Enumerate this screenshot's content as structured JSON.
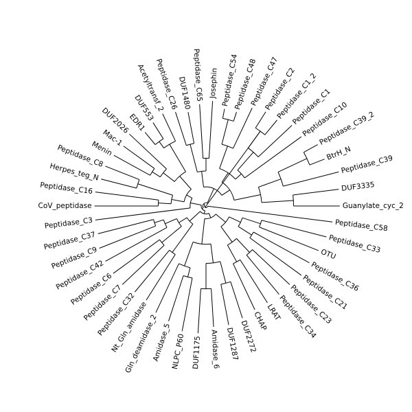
{
  "tree": {
    "layout": "circular",
    "line_color": "#000000",
    "leaves": [
      {
        "label": "Guanylate_cyc_2",
        "depth": 0.84
      },
      {
        "label": "DUF3335",
        "depth": 0.84
      },
      {
        "label": "Peptidase_C39",
        "depth": 0.86
      },
      {
        "label": "BtrH_N",
        "depth": 0.8
      },
      {
        "label": "Peptidase_C39_2",
        "depth": 0.8
      },
      {
        "label": "Peptidase_C10",
        "depth": 0.74
      },
      {
        "label": "Peptidase_C1",
        "depth": 0.74
      },
      {
        "label": "Peptidase_C1_2",
        "depth": 0.7
      },
      {
        "label": "Peptidase_C2",
        "depth": 0.7
      },
      {
        "label": "Peptidase_C47",
        "depth": 0.68
      },
      {
        "label": "Peptidase_C48",
        "depth": 0.62
      },
      {
        "label": "Peptidase_C54",
        "depth": 0.62
      },
      {
        "label": "Josephin",
        "depth": 0.66
      },
      {
        "label": "Peptidase_C65",
        "depth": 0.64
      },
      {
        "label": "DUF1480",
        "depth": 0.6
      },
      {
        "label": "Peptidase_C26",
        "depth": 0.62
      },
      {
        "label": "Acetyltransf_2",
        "depth": 0.64
      },
      {
        "label": "DUF553",
        "depth": 0.62
      },
      {
        "label": "EDR1",
        "depth": 0.6
      },
      {
        "label": "DUF2026",
        "depth": 0.66
      },
      {
        "label": "Mac-1",
        "depth": 0.64
      },
      {
        "label": "Menin",
        "depth": 0.66
      },
      {
        "label": "Peptidase_C8",
        "depth": 0.68
      },
      {
        "label": "Herpes_teg_N",
        "depth": 0.68
      },
      {
        "label": "Peptidase_C16",
        "depth": 0.7
      },
      {
        "label": "CoV_peptidase",
        "depth": 0.7
      },
      {
        "label": "Peptidase_C3",
        "depth": 0.7
      },
      {
        "label": "Peptidase_C37",
        "depth": 0.7
      },
      {
        "label": "Peptidase_C9",
        "depth": 0.72
      },
      {
        "label": "Peptidase_C42",
        "depth": 0.72
      },
      {
        "label": "Peptidase_C6",
        "depth": 0.72
      },
      {
        "label": "Peptidase_C7",
        "depth": 0.72
      },
      {
        "label": "Peptidase_C32",
        "depth": 0.7
      },
      {
        "label": "Nt_Gln_amidase",
        "depth": 0.7
      },
      {
        "label": "Gln_deamidase_2",
        "depth": 0.74
      },
      {
        "label": "Amidase_5",
        "depth": 0.76
      },
      {
        "label": "NLPC_P60",
        "depth": 0.8
      },
      {
        "label": "DUF1175",
        "depth": 0.8
      },
      {
        "label": "Amidase_6",
        "depth": 0.76
      },
      {
        "label": "DUF1287",
        "depth": 0.76
      },
      {
        "label": "DUF2272",
        "depth": 0.74
      },
      {
        "label": "CHAP",
        "depth": 0.72
      },
      {
        "label": "LRAT",
        "depth": 0.72
      },
      {
        "label": "Peptidase_C34",
        "depth": 0.72
      },
      {
        "label": "Peptidase_C23",
        "depth": 0.72
      },
      {
        "label": "Peptidase_C21",
        "depth": 0.74
      },
      {
        "label": "Peptidase_C36",
        "depth": 0.74
      },
      {
        "label": "OTU",
        "depth": 0.76
      },
      {
        "label": "Peptidase_C33",
        "depth": 0.78
      },
      {
        "label": "Peptidase_C58",
        "depth": 0.8
      }
    ],
    "nodes": [
      {
        "children": [
          0,
          1
        ],
        "depth": 0.55
      },
      {
        "children": [
          3,
          4
        ],
        "depth": 0.7
      },
      {
        "children": [
          2,
          51
        ],
        "depth": 0.5
      },
      {
        "children": [
          50,
          52
        ],
        "depth": 0.35
      },
      {
        "children": [
          7,
          8
        ],
        "depth": 0.58
      },
      {
        "children": [
          6,
          54
        ],
        "depth": 0.45
      },
      {
        "children": [
          5,
          55
        ],
        "depth": 0.3
      },
      {
        "children": [
          10,
          11
        ],
        "depth": 0.56
      },
      {
        "children": [
          9,
          57
        ],
        "depth": 0.4
      },
      {
        "children": [
          56,
          58
        ],
        "depth": 0.25
      },
      {
        "children": [
          53,
          59
        ],
        "depth": 0.18
      },
      {
        "children": [
          12,
          13
        ],
        "depth": 0.3
      },
      {
        "children": [
          14,
          15
        ],
        "depth": 0.4
      },
      {
        "children": [
          61,
          62
        ],
        "depth": 0.22
      },
      {
        "children": [
          60,
          63
        ],
        "depth": 0.12
      },
      {
        "children": [
          17,
          18
        ],
        "depth": 0.5
      },
      {
        "children": [
          16,
          65
        ],
        "depth": 0.45
      },
      {
        "children": [
          20,
          21
        ],
        "depth": 0.4
      },
      {
        "children": [
          19,
          67
        ],
        "depth": 0.34
      },
      {
        "children": [
          66,
          68
        ],
        "depth": 0.25
      },
      {
        "children": [
          22,
          23
        ],
        "depth": 0.45
      },
      {
        "children": [
          24,
          25
        ],
        "depth": 0.3
      },
      {
        "children": [
          70,
          71
        ],
        "depth": 0.22
      },
      {
        "children": [
          69,
          72
        ],
        "depth": 0.14
      },
      {
        "children": [
          73,
          26
        ],
        "depth": 0.1
      },
      {
        "children": [
          27,
          28
        ],
        "depth": 0.34
      },
      {
        "children": [
          75,
          29
        ],
        "depth": 0.28
      },
      {
        "children": [
          30,
          31
        ],
        "depth": 0.36
      },
      {
        "children": [
          76,
          77
        ],
        "depth": 0.2
      },
      {
        "children": [
          32,
          33
        ],
        "depth": 0.36
      },
      {
        "children": [
          78,
          79
        ],
        "depth": 0.14
      },
      {
        "children": [
          35,
          36
        ],
        "depth": 0.46
      },
      {
        "children": [
          34,
          81
        ],
        "depth": 0.4
      },
      {
        "children": [
          37,
          38
        ],
        "depth": 0.52
      },
      {
        "children": [
          39,
          40
        ],
        "depth": 0.5
      },
      {
        "children": [
          83,
          84
        ],
        "depth": 0.36
      },
      {
        "children": [
          82,
          85
        ],
        "depth": 0.24
      },
      {
        "children": [
          41,
          42
        ],
        "depth": 0.4
      },
      {
        "children": [
          43,
          44
        ],
        "depth": 0.4
      },
      {
        "children": [
          87,
          88
        ],
        "depth": 0.28
      },
      {
        "children": [
          45,
          46
        ],
        "depth": 0.34
      },
      {
        "children": [
          47,
          48
        ],
        "depth": 0.36
      },
      {
        "children": [
          90,
          91
        ],
        "depth": 0.24
      },
      {
        "children": [
          89,
          92
        ],
        "depth": 0.16
      },
      {
        "children": [
          86,
          93
        ],
        "depth": 0.08
      },
      {
        "children": [
          80,
          94
        ],
        "depth": 0.05
      },
      {
        "children": [
          74,
          95
        ],
        "depth": 0.03
      },
      {
        "children": [
          64,
          96
        ],
        "depth": 0.02
      },
      {
        "children": [
          49,
          97
        ],
        "depth": 0.01
      },
      {
        "children": [
          54,
          98
        ],
        "depth": 0.0
      }
    ]
  }
}
